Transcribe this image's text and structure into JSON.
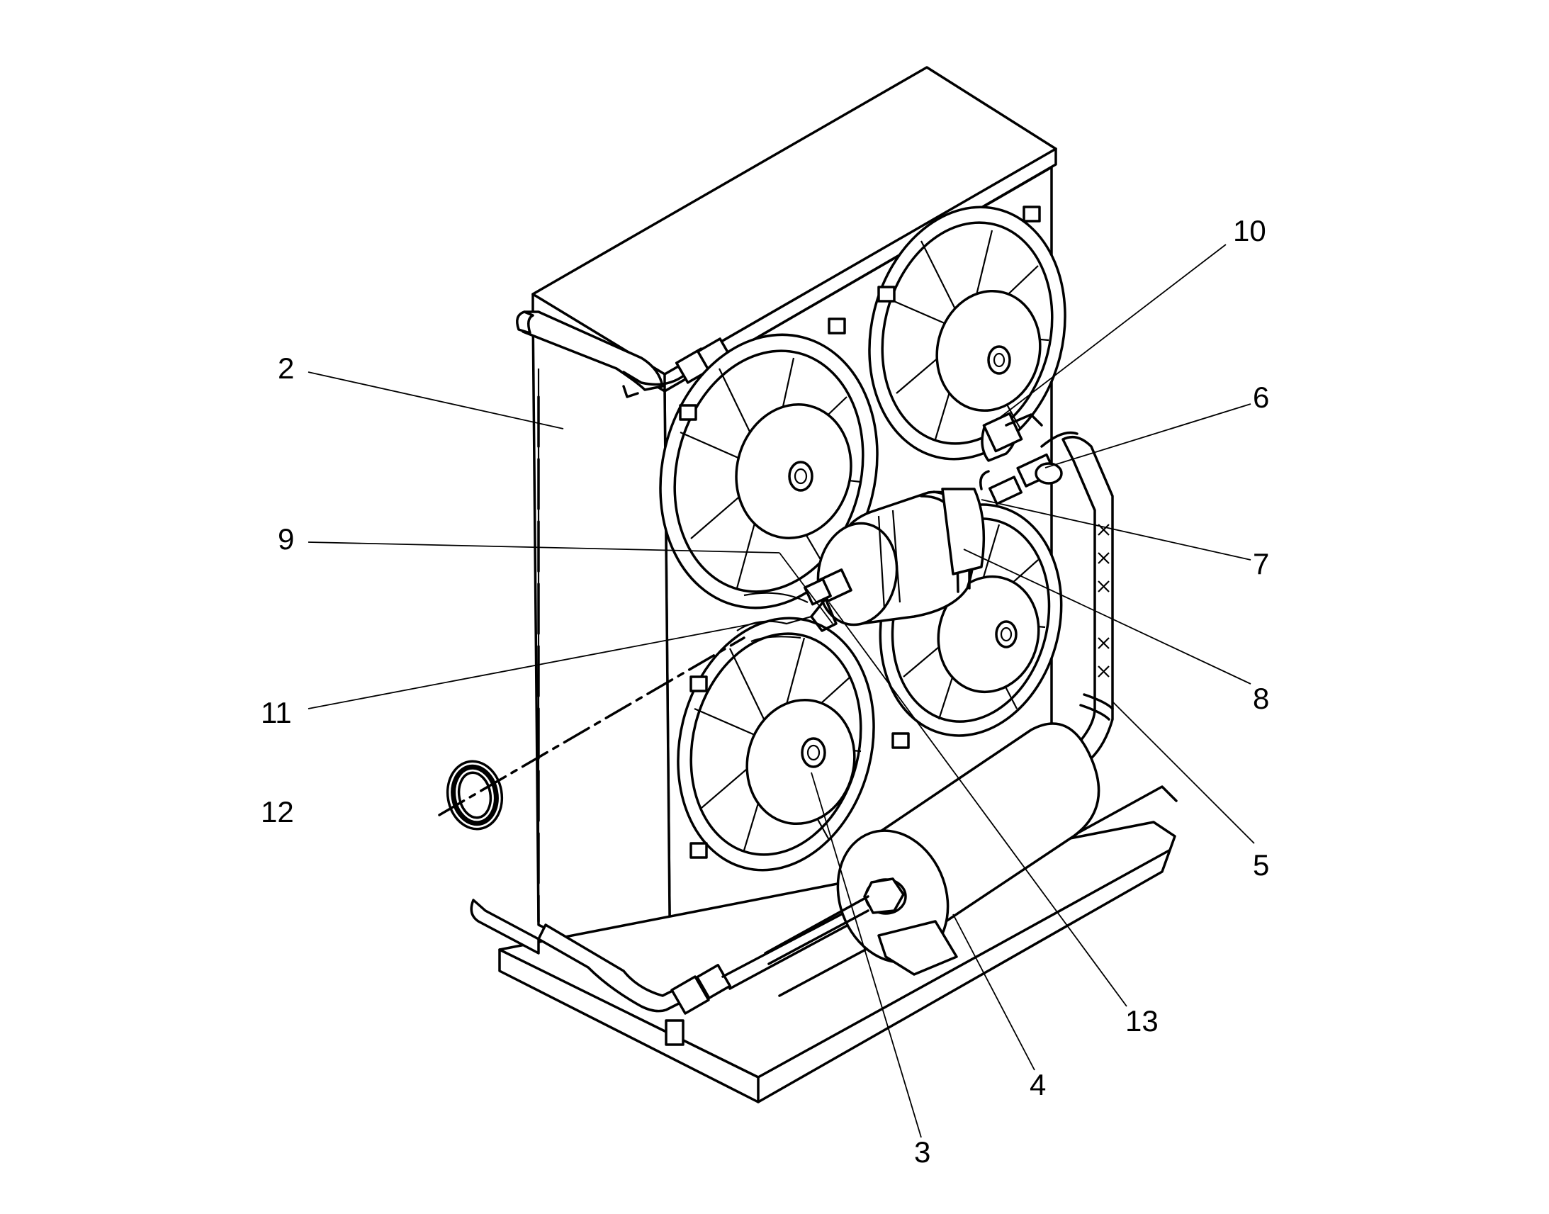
{
  "diagram": {
    "colors": {
      "line": "#000000",
      "background": "#ffffff"
    },
    "callouts": [
      {
        "id": "c2",
        "label": "2"
      },
      {
        "id": "c3",
        "label": "3"
      },
      {
        "id": "c4",
        "label": "4"
      },
      {
        "id": "c5",
        "label": "5"
      },
      {
        "id": "c6",
        "label": "6"
      },
      {
        "id": "c7",
        "label": "7"
      },
      {
        "id": "c8",
        "label": "8"
      },
      {
        "id": "c9",
        "label": "9"
      },
      {
        "id": "c10",
        "label": "10"
      },
      {
        "id": "c11",
        "label": "11"
      },
      {
        "id": "c12",
        "label": "12"
      },
      {
        "id": "c13",
        "label": "13"
      }
    ]
  }
}
